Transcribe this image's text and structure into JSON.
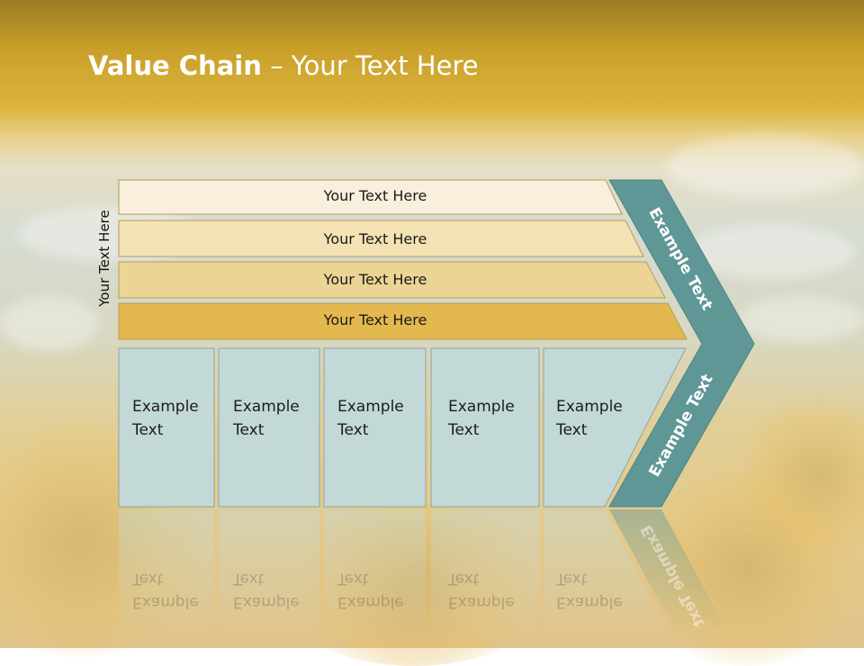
{
  "slide": {
    "title_bold": "Value Chain",
    "title_rest": " – Your Text Here",
    "side_label": "Your Text Here"
  },
  "bars": [
    {
      "label": "Your Text Here",
      "fill": "#f8f0dc"
    },
    {
      "label": "Your Text Here",
      "fill": "#f3e3b4"
    },
    {
      "label": "Your Text Here",
      "fill": "#ecd594"
    },
    {
      "label": "Your Text Here",
      "fill": "#e3b84e"
    }
  ],
  "boxes": [
    {
      "line1": "Example",
      "line2": "Text"
    },
    {
      "line1": "Example",
      "line2": "Text"
    },
    {
      "line1": "Example",
      "line2": "Text"
    },
    {
      "line1": "Example",
      "line2": "Text"
    },
    {
      "line1": "Example",
      "line2": "Text"
    }
  ],
  "chevron": {
    "upper_label": "Example Text",
    "lower_label": "Example Text",
    "fill": "#5f9796"
  },
  "colors": {
    "box_fill": "#c3d9d8",
    "box_border": "#8fa3a3",
    "bar_border": "#b39a5a"
  }
}
